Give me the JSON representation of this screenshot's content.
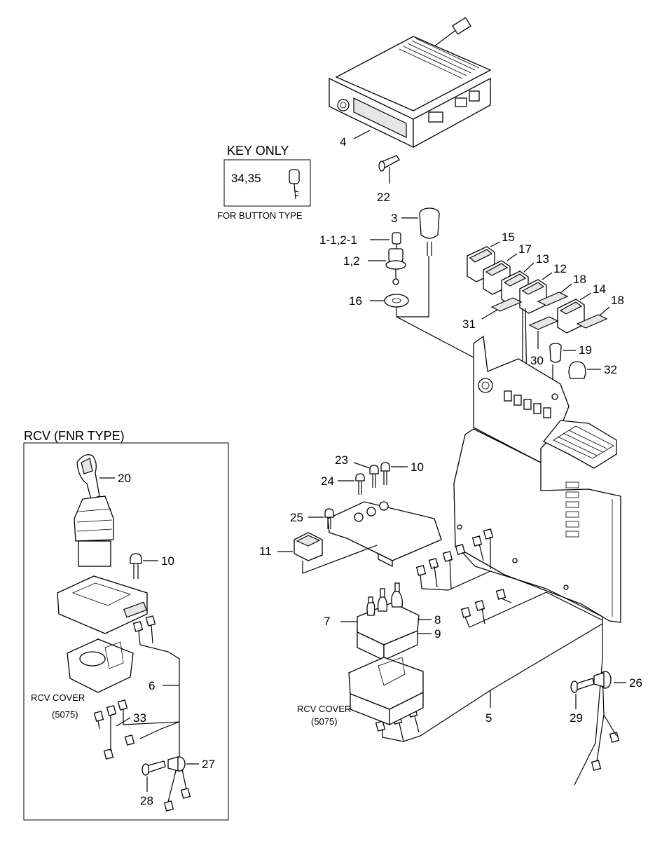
{
  "key_box": {
    "title": "KEY ONLY",
    "label": "34,35",
    "caption": "FOR BUTTON TYPE"
  },
  "rcv_box": {
    "title": "RCV (FNR TYPE)",
    "cover_label": "RCV COVER",
    "cover_code": "(5075)"
  },
  "main_cover": {
    "label": "RCV COVER",
    "code": "(5075)"
  },
  "callouts": {
    "p4": "4",
    "p22": "22",
    "p3": "3",
    "p1_1": "1-1,2-1",
    "p1_2": "1,2",
    "p16": "16",
    "p15": "15",
    "p17": "17",
    "p13": "13",
    "p12": "12",
    "p18a": "18",
    "p14": "14",
    "p18b": "18",
    "p31": "31",
    "p30": "30",
    "p19": "19",
    "p32": "32",
    "p23": "23",
    "p10": "10",
    "p24": "24",
    "p25": "25",
    "p11": "11",
    "p7": "7",
    "p8": "8",
    "p9": "9",
    "p5": "5",
    "p26": "26",
    "p29": "29",
    "box_p20": "20",
    "box_p10": "10",
    "box_p6": "6",
    "box_p33": "33",
    "box_p27": "27",
    "box_p28": "28"
  }
}
